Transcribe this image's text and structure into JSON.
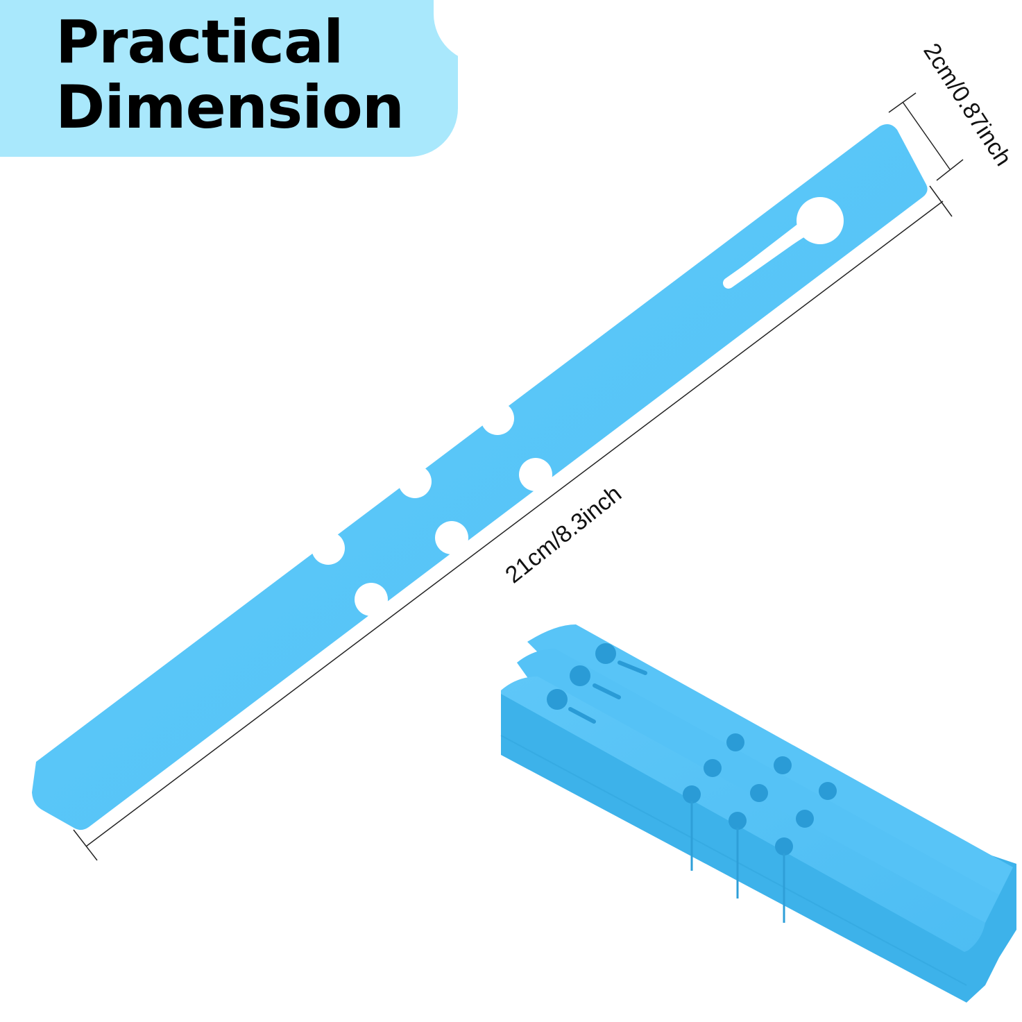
{
  "headline": {
    "line1": "Practical",
    "line2": "Dimension"
  },
  "dimensions": {
    "width_label": "2cm/0.87inch",
    "length_label": "21cm/8.3inch"
  },
  "colors": {
    "banner": "#a9e8fc",
    "tag_blue": "#56c5f8",
    "stack_blue": "#3fb6ef",
    "text": "#000000"
  }
}
